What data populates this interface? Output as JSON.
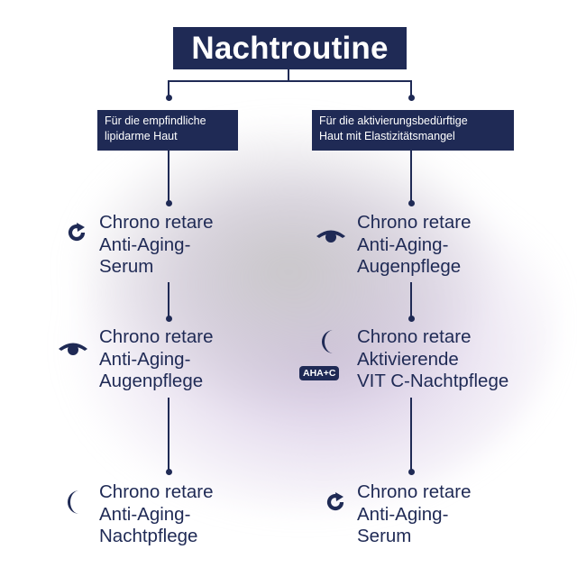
{
  "title": "Nachtroutine",
  "colors": {
    "navy": "#1f2a55",
    "background": "#ffffff",
    "glow_grey": "#c8c6c8",
    "glow_purple": "#bea8d2"
  },
  "columns": [
    {
      "heading": {
        "line1": "Für die empfindliche",
        "line2": "lipidarme Haut"
      },
      "steps": [
        {
          "icon": "refresh-icon",
          "lines": [
            "Chrono retare",
            "Anti-Aging-",
            "Serum"
          ]
        },
        {
          "icon": "eye-icon",
          "lines": [
            "Chrono retare",
            "Anti-Aging-",
            "Augenpflege"
          ]
        },
        {
          "icon": "moon-icon",
          "lines": [
            "Chrono retare",
            "Anti-Aging-",
            "Nachtpflege"
          ]
        }
      ]
    },
    {
      "heading": {
        "line1": "Für die aktivierungsbedürftige",
        "line2": "Haut mit Elastizitätsmangel"
      },
      "steps": [
        {
          "icon": "eye-icon",
          "lines": [
            "Chrono retare",
            "Anti-Aging-",
            "Augenpflege"
          ]
        },
        {
          "icon": "moon-icon",
          "badge": "AHA+C",
          "lines": [
            "Chrono retare",
            "Aktivierende",
            "VIT C-Nachtpflege"
          ]
        },
        {
          "icon": "refresh-icon",
          "lines": [
            "Chrono retare",
            "Anti-Aging-",
            "Serum"
          ]
        }
      ]
    }
  ]
}
